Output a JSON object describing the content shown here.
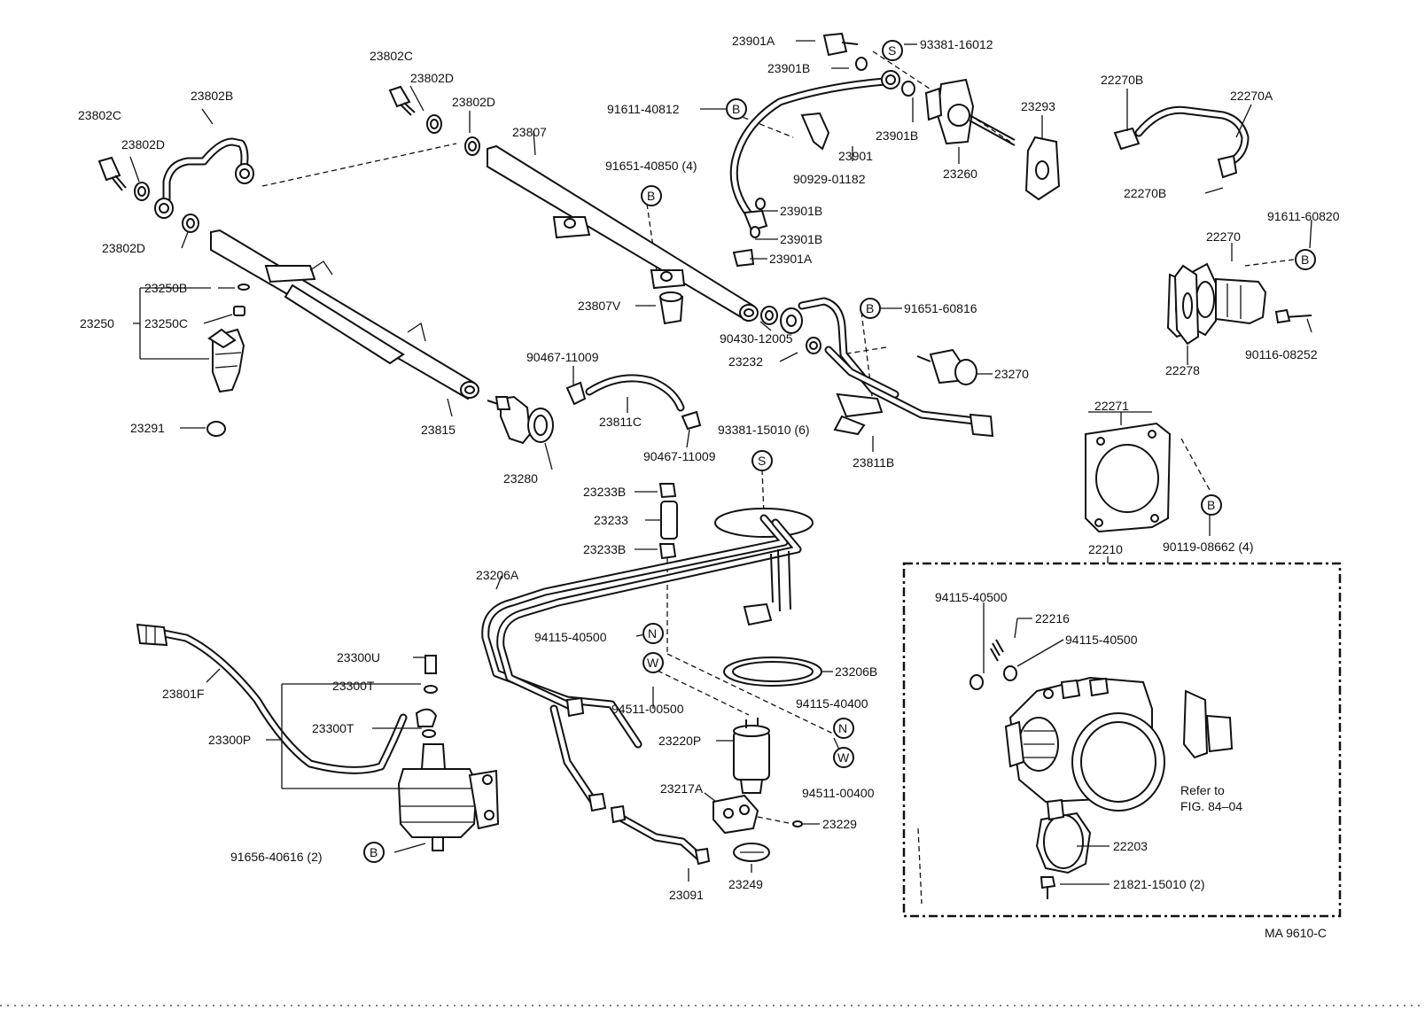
{
  "diagram": {
    "labels": {
      "p23802C_a": "23802C",
      "p23802D_a": "23802D",
      "p23802B": "23802B",
      "p23802C_b": "23802C",
      "p23802D_b": "23802D",
      "p23802D_c": "23802D",
      "p23802D_d": "23802D",
      "p23807": "23807",
      "p23250": "23250",
      "p23250B": "23250B",
      "p23250C": "23250C",
      "p23291": "23291",
      "p23815": "23815",
      "p23280": "23280",
      "p23901A_a": "23901A",
      "p23901B_a": "23901B",
      "p93381_16012": "93381-16012",
      "p91611_40812": "91611-40812",
      "p91651_40850": "91651-40850 (4)",
      "p90929_01182": "90929-01182",
      "p23901": "23901",
      "p23901B_b": "23901B",
      "p23260": "23260",
      "p23293": "23293",
      "p23901B_c": "23901B",
      "p23901B_d": "23901B",
      "p23901A_b": "23901A",
      "p23807V": "23807V",
      "p90430_12005": "90430-12005",
      "p23232": "23232",
      "p91651_60816": "91651-60816",
      "p23270": "23270",
      "p90467_11009_a": "90467-11009",
      "p23811C": "23811C",
      "p90467_11009_b": "90467-11009",
      "p93381_15010": "93381-15010 (6)",
      "p23811B": "23811B",
      "p22270B_a": "22270B",
      "p22270A": "22270A",
      "p22270B_b": "22270B",
      "p91611_60820": "91611-60820",
      "p22270": "22270",
      "p22278": "22278",
      "p90116_08252": "90116-08252",
      "p22271": "22271",
      "p90119_08662": "90119-08662 (4)",
      "p22210": "22210",
      "p23233B_a": "23233B",
      "p23233": "23233",
      "p23233B_b": "23233B",
      "p23206A": "23206A",
      "p94115_40500_a": "94115-40500",
      "p94511_00500": "94511-00500",
      "p23206B": "23206B",
      "p94115_40400": "94115-40400",
      "p23220P": "23220P",
      "p94511_00400": "94511-00400",
      "p23217A": "23217A",
      "p23229": "23229",
      "p23249": "23249",
      "p23091": "23091",
      "p23801F": "23801F",
      "p23300U": "23300U",
      "p23300T_a": "23300T",
      "p23300P": "23300P",
      "p23300T_b": "23300T",
      "p91656_40616": "91656-40616 (2)",
      "p94115_40500_b": "94115-40500",
      "p22216": "22216",
      "p94115_40500_c": "94115-40500",
      "p22203": "22203",
      "p21821_15010": "21821-15010 (2)",
      "refer_line1": "Refer to",
      "refer_line2": "FIG. 84–04",
      "code": "MA 9610-C"
    },
    "markers": {
      "s1": "S",
      "s2": "S",
      "b1": "B",
      "b2": "B",
      "b3": "B",
      "b4": "B",
      "b5": "B",
      "b6": "B",
      "n1": "N",
      "n2": "N",
      "w1": "W",
      "w2": "W"
    }
  }
}
